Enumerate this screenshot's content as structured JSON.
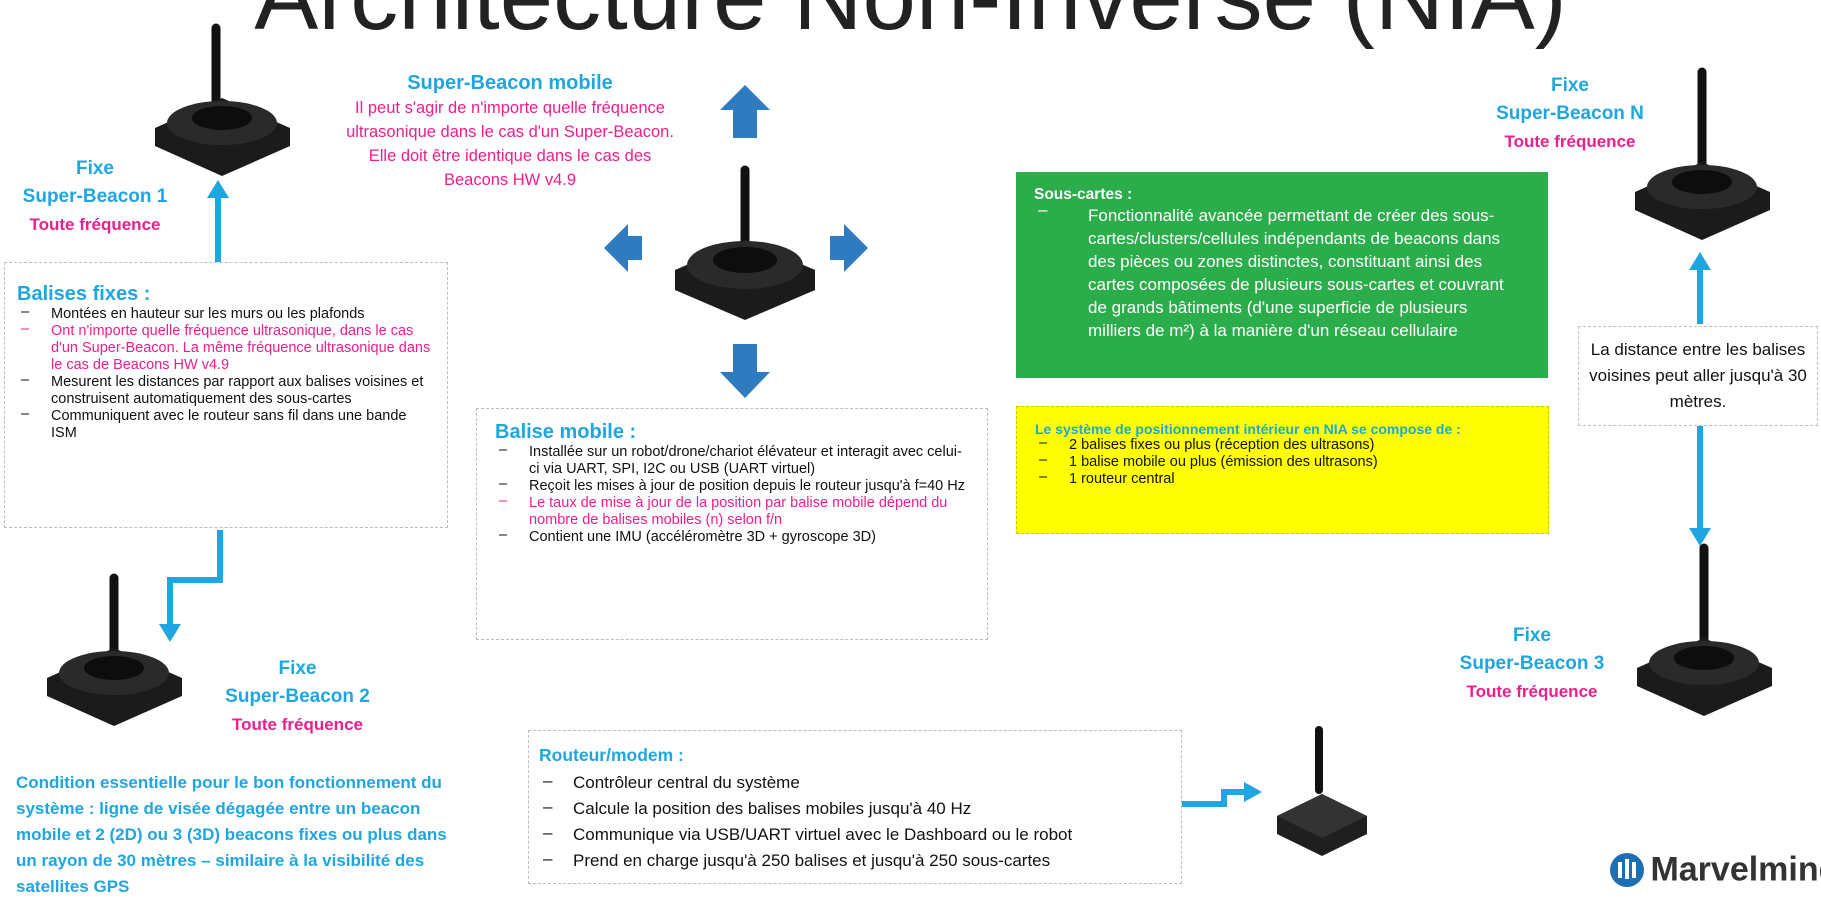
{
  "title": "Architecture Non-Inverse (NIA)",
  "beacon1": {
    "line1": "Fixe",
    "line2": "Super-Beacon 1",
    "line3": "Toute fréquence"
  },
  "beacon2": {
    "line1": "Fixe",
    "line2": "Super-Beacon 2",
    "line3": "Toute fréquence"
  },
  "beacon3": {
    "line1": "Fixe",
    "line2": "Super-Beacon 3",
    "line3": "Toute fréquence"
  },
  "beaconN": {
    "line1": "Fixe",
    "line2": "Super-Beacon N",
    "line3": "Toute fréquence"
  },
  "mobile": {
    "title": "Super-Beacon mobile",
    "desc": "Il peut s'agir de n'importe quelle fréquence ultrasonique dans le cas d'un Super-Beacon. Elle doit être identique dans le cas des Beacons HW v4.9"
  },
  "fixed_box": {
    "heading": "Balises fixes :",
    "items": [
      "Montées en hauteur sur les murs ou les plafonds",
      "Ont n'importe quelle fréquence ultrasonique, dans le cas d'un Super-Beacon. La même fréquence ultrasonique dans le cas de Beacons HW v4.9",
      "Mesurent les distances par rapport aux balises voisines et construisent automatiquement des sous-cartes",
      "Communiquent avec le routeur sans fil dans une bande ISM"
    ]
  },
  "mobile_box": {
    "heading": "Balise mobile :",
    "items": [
      "Installée sur un robot/drone/chariot élévateur et interagit avec celui-ci via UART, SPI, I2C ou USB (UART virtuel)",
      "Reçoit les mises à jour de position depuis le routeur jusqu'à f=40 Hz",
      "Le taux de mise à jour de la position par balise mobile dépend du nombre de balises mobiles (n) selon f/n",
      "Contient une IMU (accéléromètre 3D + gyroscope 3D)"
    ]
  },
  "subcards": {
    "heading": "Sous-cartes :",
    "text": "Fonctionnalité avancée permettant de créer des sous-cartes/clusters/cellules indépendants de beacons dans des pièces ou zones distinctes, constituant ainsi des cartes composées de plusieurs sous-cartes et couvrant de grands bâtiments (d'une superficie de plusieurs milliers de m²) à la manière d'un réseau cellulaire"
  },
  "system": {
    "heading": "Le système de positionnement intérieur en NIA se compose de :",
    "items": [
      "2 balises fixes ou plus (réception des ultrasons)",
      "1 balise mobile ou plus (émission des ultrasons)",
      "1 routeur central"
    ]
  },
  "distance_note": "La distance entre les balises voisines peut aller jusqu'à 30 mètres.",
  "condition": "Condition essentielle pour le bon fonctionnement du système : ligne de visée dégagée entre un beacon mobile et 2 (2D) ou 3 (3D) beacons fixes ou plus dans un rayon de 30 mètres – similaire à la visibilité des satellites GPS",
  "router_box": {
    "heading": "Routeur/modem :",
    "items": [
      "Contrôleur central du système",
      "Calcule la position des balises mobiles jusqu'à 40 Hz",
      "Communique via USB/UART virtuel avec le Dashboard ou le robot",
      "Prend en charge jusqu'à 250 balises et jusqu'à 250 sous-cartes"
    ]
  },
  "brand": "Marvelmind",
  "colors": {
    "accent_blue": "#1fa6e0",
    "accent_pink": "#ec1f8c",
    "green": "#2aad4a",
    "yellow": "#ffff00",
    "arrow_blue": "#2e7bbf"
  }
}
